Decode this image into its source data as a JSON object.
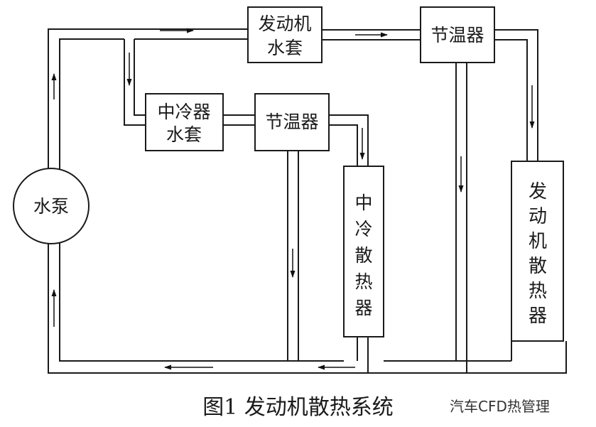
{
  "components": {
    "water_pump": "水泵",
    "engine_jacket": [
      "发动机",
      "水套"
    ],
    "thermostat_top": "节温器",
    "intercooler_jacket": [
      "中冷器",
      "水套"
    ],
    "thermostat_mid": "节温器",
    "intercooler_radiator": "中冷散热器",
    "engine_radiator": "发动机散热器"
  },
  "caption": "图1  发动机散热系统",
  "watermark": "汽车CFD热管理"
}
